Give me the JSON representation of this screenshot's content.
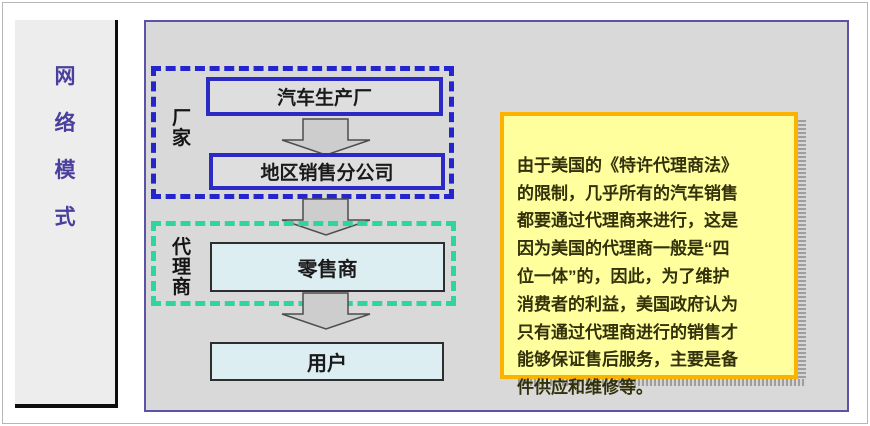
{
  "sidebar": {
    "title": "网络模式",
    "chars": [
      "网",
      "络",
      "模",
      "式"
    ],
    "text_color": "#4A3F9E"
  },
  "diagram": {
    "manufacturer_group": {
      "label": "厂家",
      "chars": [
        "厂",
        "家"
      ],
      "border_color": "#2525CC"
    },
    "dealer_group": {
      "label": "代理商",
      "chars": [
        "代",
        "理",
        "商"
      ],
      "border_color": "#2DD69E"
    },
    "nodes": {
      "factory": {
        "label": "汽车生产厂"
      },
      "regional_branch": {
        "label": "地区销售分公司"
      },
      "retailer": {
        "label": "零售商"
      },
      "user": {
        "label": "用户"
      }
    },
    "flow": [
      "汽车生产厂",
      "地区销售分公司",
      "零售商",
      "用户"
    ]
  },
  "note": {
    "text": "由于美国的《特许代理商法》\n的限制，几乎所有的汽车销售\n都要通过代理商来进行，这是\n因为美国的代理商一般是“四\n位一体”的，因此，为了维护\n消费者的利益，美国政府认为\n只有通过代理商进行的销售才\n能够保证售后服务，主要是备\n件供应和维修等。",
    "border_color": "#FDB200",
    "fill_color": "#FFFF9D"
  },
  "colors": {
    "main_background": "#D9D9D9",
    "main_border": "#5B53A8",
    "sidebar_background": "#EDEDED",
    "node_fill_gray": "#DEDEDE",
    "node_fill_cyan": "#DCEEF2",
    "node_border_blue": "#2B2BC4",
    "arrow_fill": "#CDCDCD",
    "arrow_outline": "#4D4D4D"
  }
}
